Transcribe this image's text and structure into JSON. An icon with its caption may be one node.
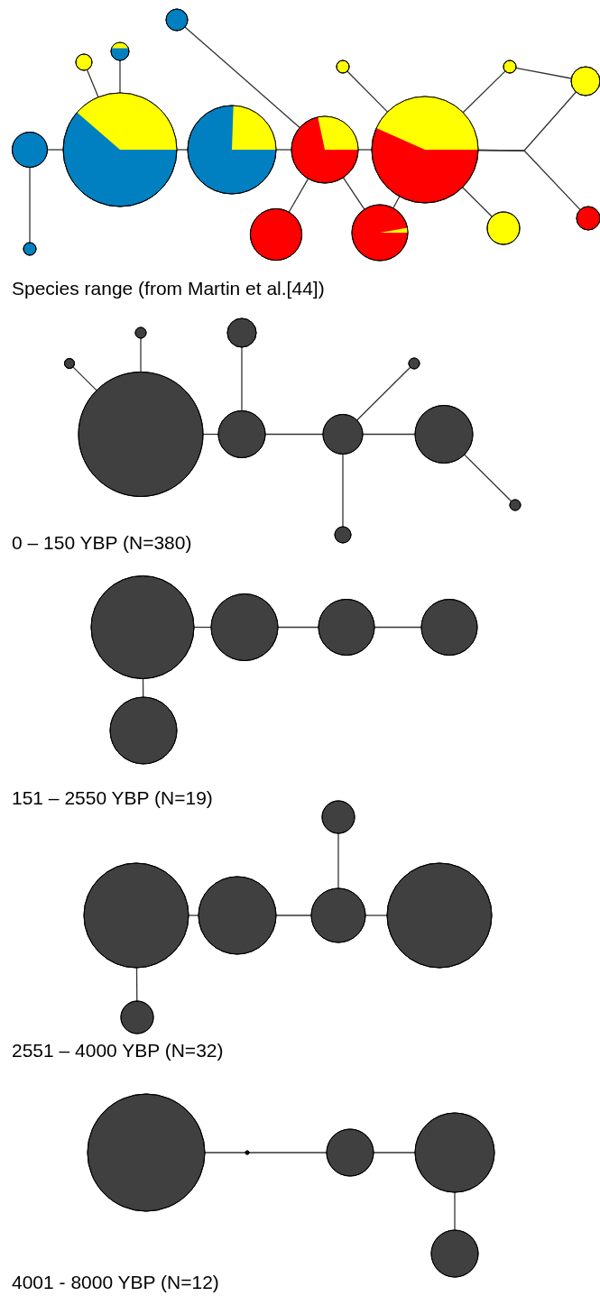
{
  "diagram": {
    "nodes": [
      {
        "text": [],
        "shape": "circle"
      },
      {
        "text": [],
        "shape": "circle"
      },
      {
        "text": [],
        "shape": "circle"
      },
      {
        "text": [],
        "shape": "circle"
      },
      {
        "text": [],
        "shape": "circle"
      },
      {
        "text": [],
        "shape": "circle"
      },
      {
        "text": [],
        "shape": "circle"
      },
      {
        "text": [],
        "shape": "circle"
      },
      {
        "text": [],
        "shape": "circle"
      },
      {
        "text": [],
        "shape": "circle"
      },
      {
        "text": [],
        "shape": "circle"
      },
      {
        "text": [],
        "shape": "circle"
      },
      {
        "text": [],
        "shape": "circle"
      },
      {
        "text": [],
        "shape": "circle"
      },
      {
        "text": [],
        "shape": "circle"
      },
      {
        "text": [],
        "shape": "circle"
      },
      {
        "text": [],
        "shape": "circle"
      },
      {
        "text": [],
        "shape": "circle"
      },
      {
        "text": [],
        "shape": "circle"
      },
      {
        "text": [],
        "shape": "circle"
      },
      {
        "text": [],
        "shape": "circle"
      },
      {
        "text": [],
        "shape": "circle"
      },
      {
        "text": [],
        "shape": "circle"
      },
      {
        "text": [],
        "shape": "circle"
      },
      {
        "text": [],
        "shape": "circle"
      },
      {
        "text": [],
        "shape": "circle"
      },
      {
        "text": [],
        "shape": "circle"
      },
      {
        "text": [],
        "shape": "circle"
      },
      {
        "text": [],
        "shape": "circle"
      },
      {
        "text": [],
        "shape": "circle"
      },
      {
        "text": [],
        "shape": "circle"
      },
      {
        "text": [],
        "shape": "circle"
      },
      {
        "text": [],
        "shape": "circle"
      },
      {
        "text": [],
        "shape": "circle"
      },
      {
        "text": [],
        "shape": "circle"
      },
      {
        "text": [],
        "shape": "circle"
      },
      {
        "text": [],
        "shape": "circle"
      },
      {
        "text": [],
        "shape": "circle"
      },
      {
        "text": [],
        "shape": "circle"
      },
      {
        "text": [],
        "shape": "circle"
      },
      {
        "text": [],
        "shape": "circle"
      },
      {
        "text": [],
        "shape": "circle"
      }
    ],
    "edges": [
      {
        "from": 6,
        "to": 15,
        "arrow": "none"
      },
      {
        "from": 6,
        "to": 7,
        "arrow": "none"
      },
      {
        "from": 7,
        "to": 2,
        "arrow": "none"
      },
      {
        "from": 7,
        "to": 1,
        "arrow": "none"
      },
      {
        "from": 7,
        "to": 8,
        "arrow": "none"
      },
      {
        "from": 8,
        "to": 9,
        "arrow": "none"
      },
      {
        "from": 0,
        "to": 9,
        "arrow": "none"
      },
      {
        "from": 9,
        "to": 14,
        "arrow": "none"
      },
      {
        "from": 9,
        "to": 13,
        "arrow": "none"
      },
      {
        "from": 9,
        "to": 10,
        "arrow": "none"
      },
      {
        "from": 13,
        "to": 10,
        "arrow": "none"
      },
      {
        "from": 3,
        "to": 10,
        "arrow": "none"
      },
      {
        "from": 10,
        "to": 4,
        "arrow": "none"
      },
      {
        "from": 4,
        "to": 5,
        "arrow": "none"
      },
      {
        "from": 10,
        "to": 12,
        "arrow": "none"
      },
      {
        "from": 10,
        "to": 5,
        "arrow": "none"
      },
      {
        "from": 10,
        "to": 11,
        "arrow": "none"
      },
      {
        "from": 20,
        "to": 18,
        "arrow": "none"
      },
      {
        "from": 20,
        "to": 16,
        "arrow": "none"
      },
      {
        "from": 20,
        "to": 21,
        "arrow": "none"
      },
      {
        "from": 21,
        "to": 17,
        "arrow": "none"
      },
      {
        "from": 21,
        "to": 22,
        "arrow": "none"
      },
      {
        "from": 22,
        "to": 19,
        "arrow": "none"
      },
      {
        "from": 22,
        "to": 25,
        "arrow": "none"
      },
      {
        "from": 22,
        "to": 23,
        "arrow": "none"
      },
      {
        "from": 23,
        "to": 24,
        "arrow": "none"
      },
      {
        "from": 26,
        "to": 27,
        "arrow": "none"
      },
      {
        "from": 27,
        "to": 28,
        "arrow": "none"
      },
      {
        "from": 28,
        "to": 29,
        "arrow": "none"
      },
      {
        "from": 26,
        "to": 30,
        "arrow": "none"
      },
      {
        "from": 32,
        "to": 33,
        "arrow": "none"
      },
      {
        "from": 33,
        "to": 34,
        "arrow": "none"
      },
      {
        "from": 34,
        "to": 31,
        "arrow": "none"
      },
      {
        "from": 34,
        "to": 35,
        "arrow": "none"
      },
      {
        "from": 32,
        "to": 36,
        "arrow": "none"
      },
      {
        "from": 37,
        "to": 38,
        "arrow": "none"
      },
      {
        "from": 38,
        "to": 39,
        "arrow": "none"
      },
      {
        "from": 39,
        "to": 40,
        "arrow": "none"
      },
      {
        "from": 40,
        "to": 41,
        "arrow": "none"
      }
    ],
    "labels": [
      "Species range (from Martin et al.[44])",
      "0 – 150 YBP (N=380)",
      "151 – 2550 YBP (N=19)",
      "2551 – 4000 YBP (N=32)",
      "4001 - 8000 YBP (N=12)"
    ]
  }
}
